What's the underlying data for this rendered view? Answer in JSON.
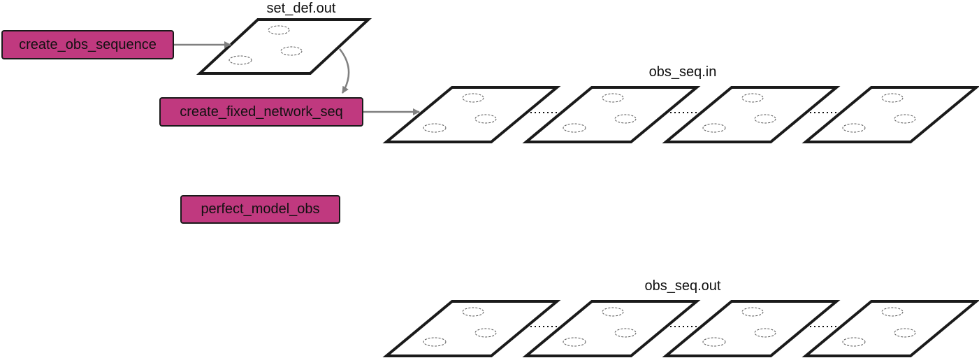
{
  "colors": {
    "process_fill": "#c0397f",
    "arrow": "#808080",
    "outline": "#1a1a1a"
  },
  "processes": [
    {
      "label": "create_obs_sequence"
    },
    {
      "label": "create_fixed_network_seq"
    },
    {
      "label": "perfect_model_obs"
    }
  ],
  "files": {
    "set_def": {
      "label": "set_def.out"
    },
    "obs_seq_in": {
      "label": "obs_seq.in"
    },
    "obs_seq_out": {
      "label": "obs_seq.out"
    }
  }
}
